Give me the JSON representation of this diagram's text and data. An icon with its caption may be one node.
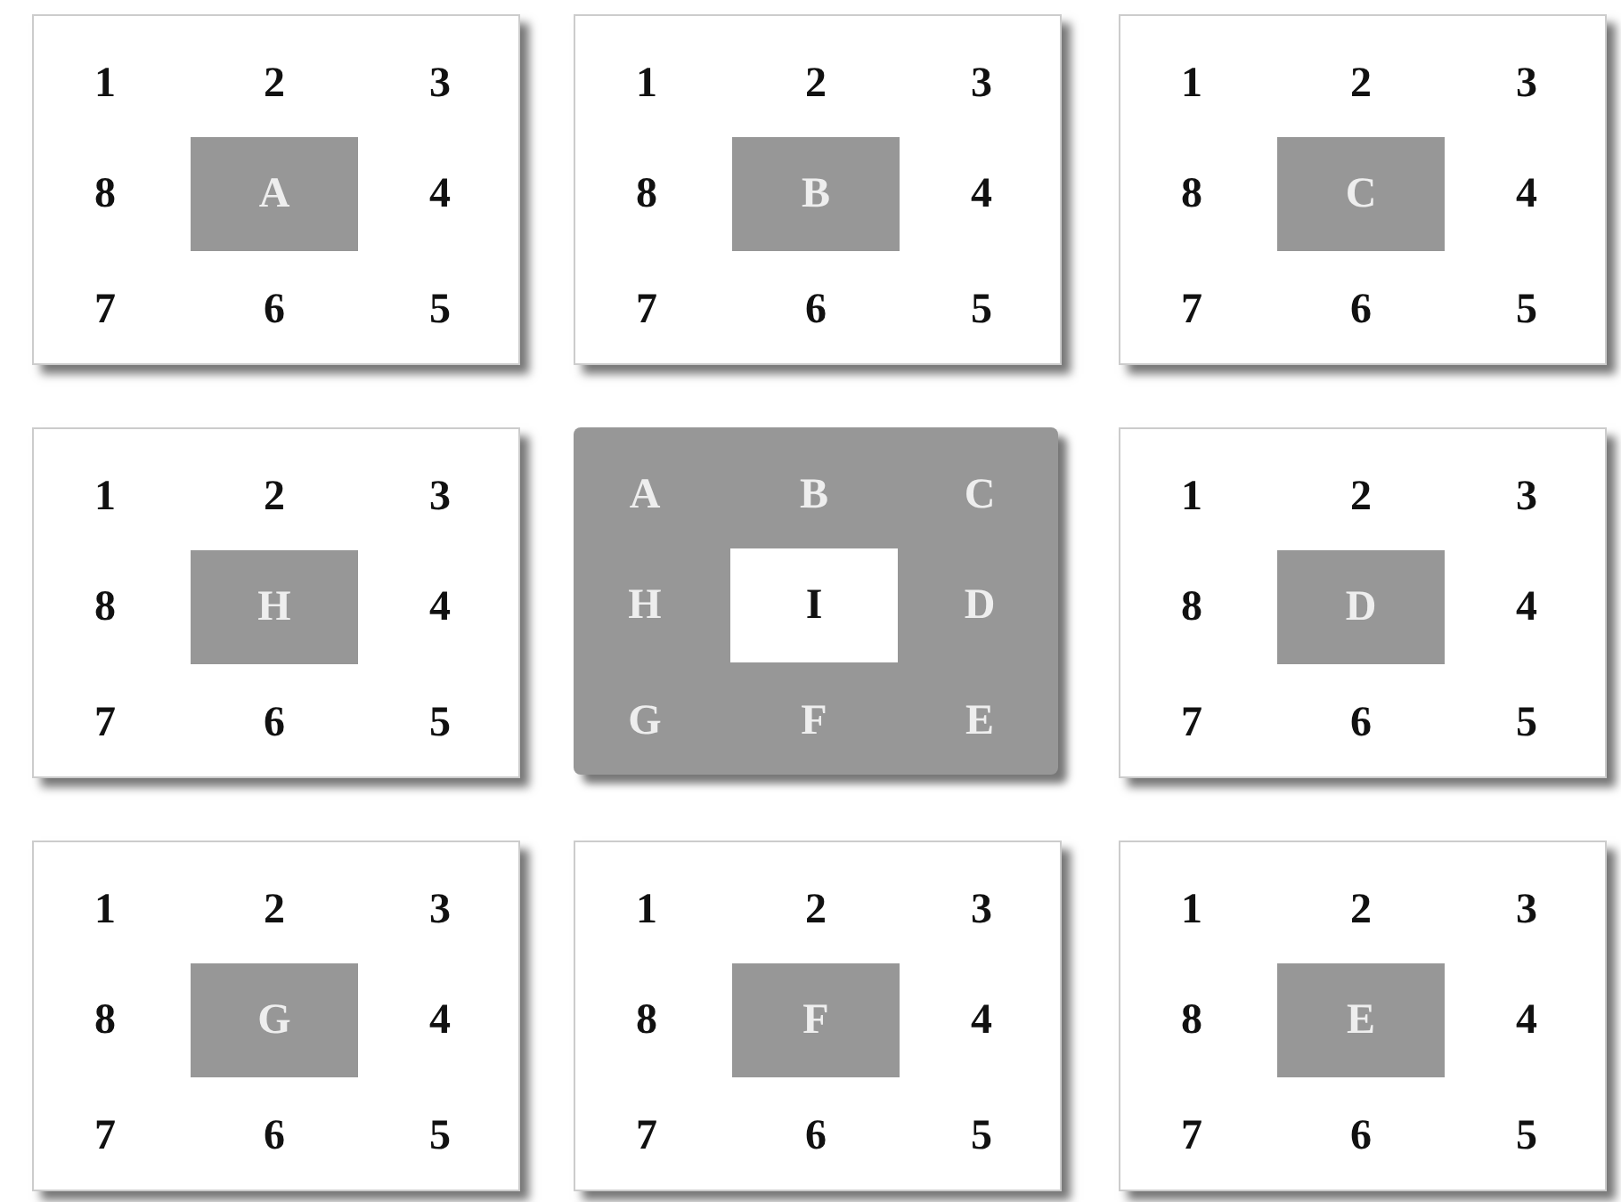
{
  "diagram": {
    "nodes": [
      {
        "text": [
          "1",
          "2",
          "3",
          "8",
          "4",
          "7",
          "6",
          "5"
        ]
      },
      {
        "text": [
          "A"
        ],
        "in": 0
      },
      {
        "text": [
          "1",
          "2",
          "3",
          "8",
          "4",
          "7",
          "6",
          "5"
        ]
      },
      {
        "text": [
          "B"
        ],
        "in": 2
      },
      {
        "text": [
          "1",
          "2",
          "3",
          "8",
          "4",
          "7",
          "6",
          "5"
        ]
      },
      {
        "text": [
          "C"
        ],
        "in": 4
      },
      {
        "text": [
          "1",
          "2",
          "3",
          "8",
          "4",
          "7",
          "6",
          "5"
        ]
      },
      {
        "text": [
          "H"
        ],
        "in": 6
      },
      {
        "text": [
          "A",
          "B",
          "C",
          "H",
          "D",
          "G",
          "F",
          "E"
        ]
      },
      {
        "text": [
          "I"
        ],
        "in": 8
      },
      {
        "text": [
          "1",
          "2",
          "3",
          "8",
          "4",
          "7",
          "6",
          "5"
        ]
      },
      {
        "text": [
          "D"
        ],
        "in": 10
      },
      {
        "text": [
          "1",
          "2",
          "3",
          "8",
          "4",
          "7",
          "6",
          "5"
        ]
      },
      {
        "text": [
          "G"
        ],
        "in": 12
      },
      {
        "text": [
          "1",
          "2",
          "3",
          "8",
          "4",
          "7",
          "6",
          "5"
        ]
      },
      {
        "text": [
          "F"
        ],
        "in": 14
      },
      {
        "text": [
          "1",
          "2",
          "3",
          "8",
          "4",
          "7",
          "6",
          "5"
        ]
      },
      {
        "text": [
          "E"
        ],
        "in": 16
      }
    ]
  }
}
